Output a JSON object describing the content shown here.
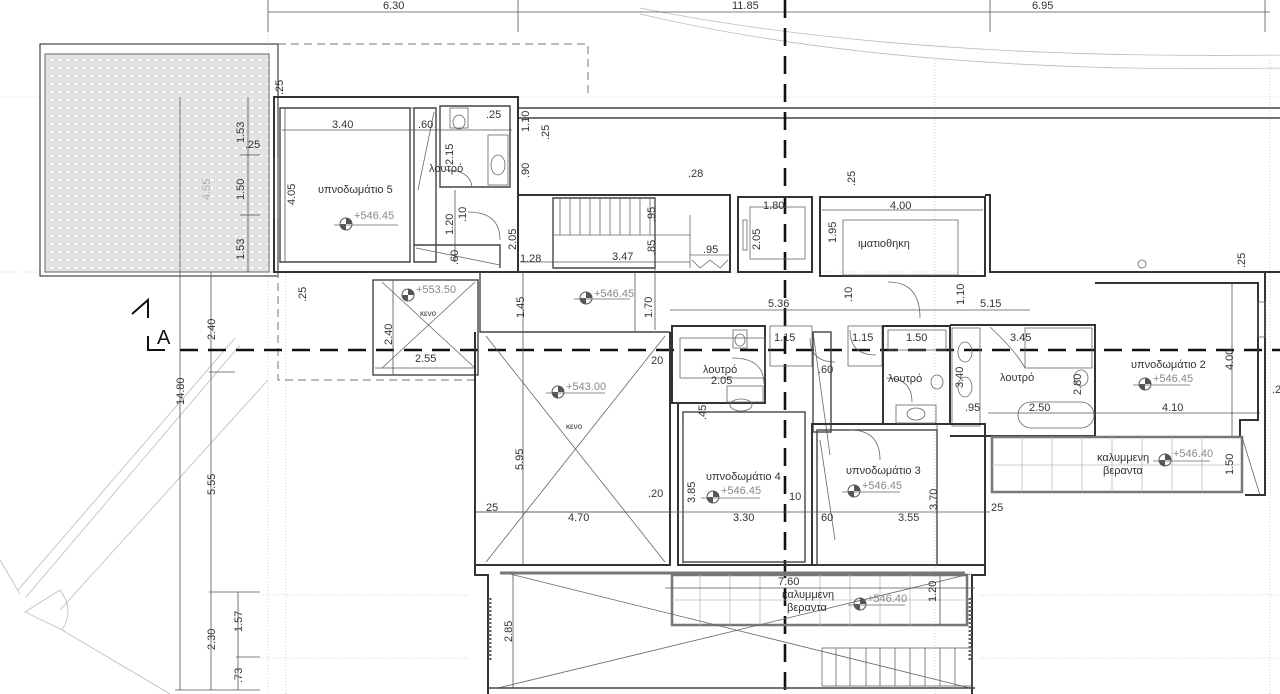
{
  "drawing": {
    "type": "architectural floor plan",
    "section_marker": "A",
    "top_dimensions": [
      "6.30",
      "11.85",
      "6.95"
    ],
    "left_dimensions": {
      "overall": "14.80",
      "segments": [
        "2.40",
        "5.55",
        "2.30"
      ],
      "sub_segments": [
        "1.57",
        ".73"
      ],
      "upper_block": [
        "1.53",
        "1.50",
        "1.53"
      ],
      "upper_block_total": "4.55"
    },
    "rooms": [
      {
        "id": "bedroom5",
        "label": "υπνοδωμάτιο 5",
        "level": "+546.45"
      },
      {
        "id": "bath5",
        "label": "λουτρό"
      },
      {
        "id": "void-small",
        "label": "κενο",
        "level": "+553.50"
      },
      {
        "id": "corridor",
        "level": "+546.45"
      },
      {
        "id": "void-large",
        "label": "κενο",
        "level": "+543.00"
      },
      {
        "id": "wardrobe",
        "label": "ιματιοθηκη"
      },
      {
        "id": "bath4",
        "label": "λουτρό"
      },
      {
        "id": "bath3",
        "label": "λουτρό"
      },
      {
        "id": "bath2",
        "label": "λουτρό"
      },
      {
        "id": "bedroom4",
        "label": "υπνοδωμάτιο 4",
        "level": "+546.45"
      },
      {
        "id": "bedroom3",
        "label": "υπνοδωμάτιο 3",
        "level": "+546.45"
      },
      {
        "id": "bedroom2",
        "label": "υπνοδωμάτιο 2",
        "level": "+546.45"
      },
      {
        "id": "veranda-east",
        "label_line1": "καλυμμενη",
        "label_line2": "βεραντα",
        "level": "+546.40"
      },
      {
        "id": "veranda-south",
        "label_line1": "καλυμμενη",
        "label_line2": "βεραντα",
        "level": "+546.40"
      }
    ],
    "dimensions": {
      "d340": "3.40",
      "d60a": ".60",
      "d25a": ".25",
      "d110a": "1.10",
      "d25b": ".25",
      "d90": ".90",
      "d215": "2.15",
      "d405": "4.05",
      "d120": "1.20",
      "d10a": ".10",
      "d205a": "2.05",
      "d128": "1.28",
      "d60b": ".60",
      "d25c": ".25",
      "d25d": ".25",
      "d28": ".28",
      "d95a": ".95",
      "d85": ".85",
      "d347": "3.47",
      "d95b": ".95",
      "d180": "1.80",
      "d205b": "2.05",
      "d195": "1.95",
      "d400": "4.00",
      "d25e": ".25",
      "d145": "1.45",
      "d170": "1.70",
      "d536": "5.36",
      "d10b": ".10",
      "d110b": "1.10",
      "d515": "5.15",
      "d240": "2.40",
      "d255": "2.55",
      "d20a": "20",
      "d115a": "1.15",
      "d115b": "1.15",
      "d150a": "1.50",
      "d345": "3.45",
      "d205c": "2.05",
      "d60c": ".60",
      "d45": ".45",
      "d340b": "3.40",
      "d280": "2.80",
      "d95c": ".95",
      "d250": "2.50",
      "d410": "4.10",
      "d400b": "4.00",
      "d595": "5.95",
      "d385": "3.85",
      "d370": "3.70",
      "d25f": "25",
      "d470": "4.70",
      "d20b": ".20",
      "d330": "3.30",
      "d10c": "10",
      "d60d": "60",
      "d355": "3.55",
      "d25g": "25",
      "d150b": "1.50",
      "d760": "7.60",
      "d120b": "1.20",
      "d285": "2.85",
      "d25h": ".2"
    }
  }
}
